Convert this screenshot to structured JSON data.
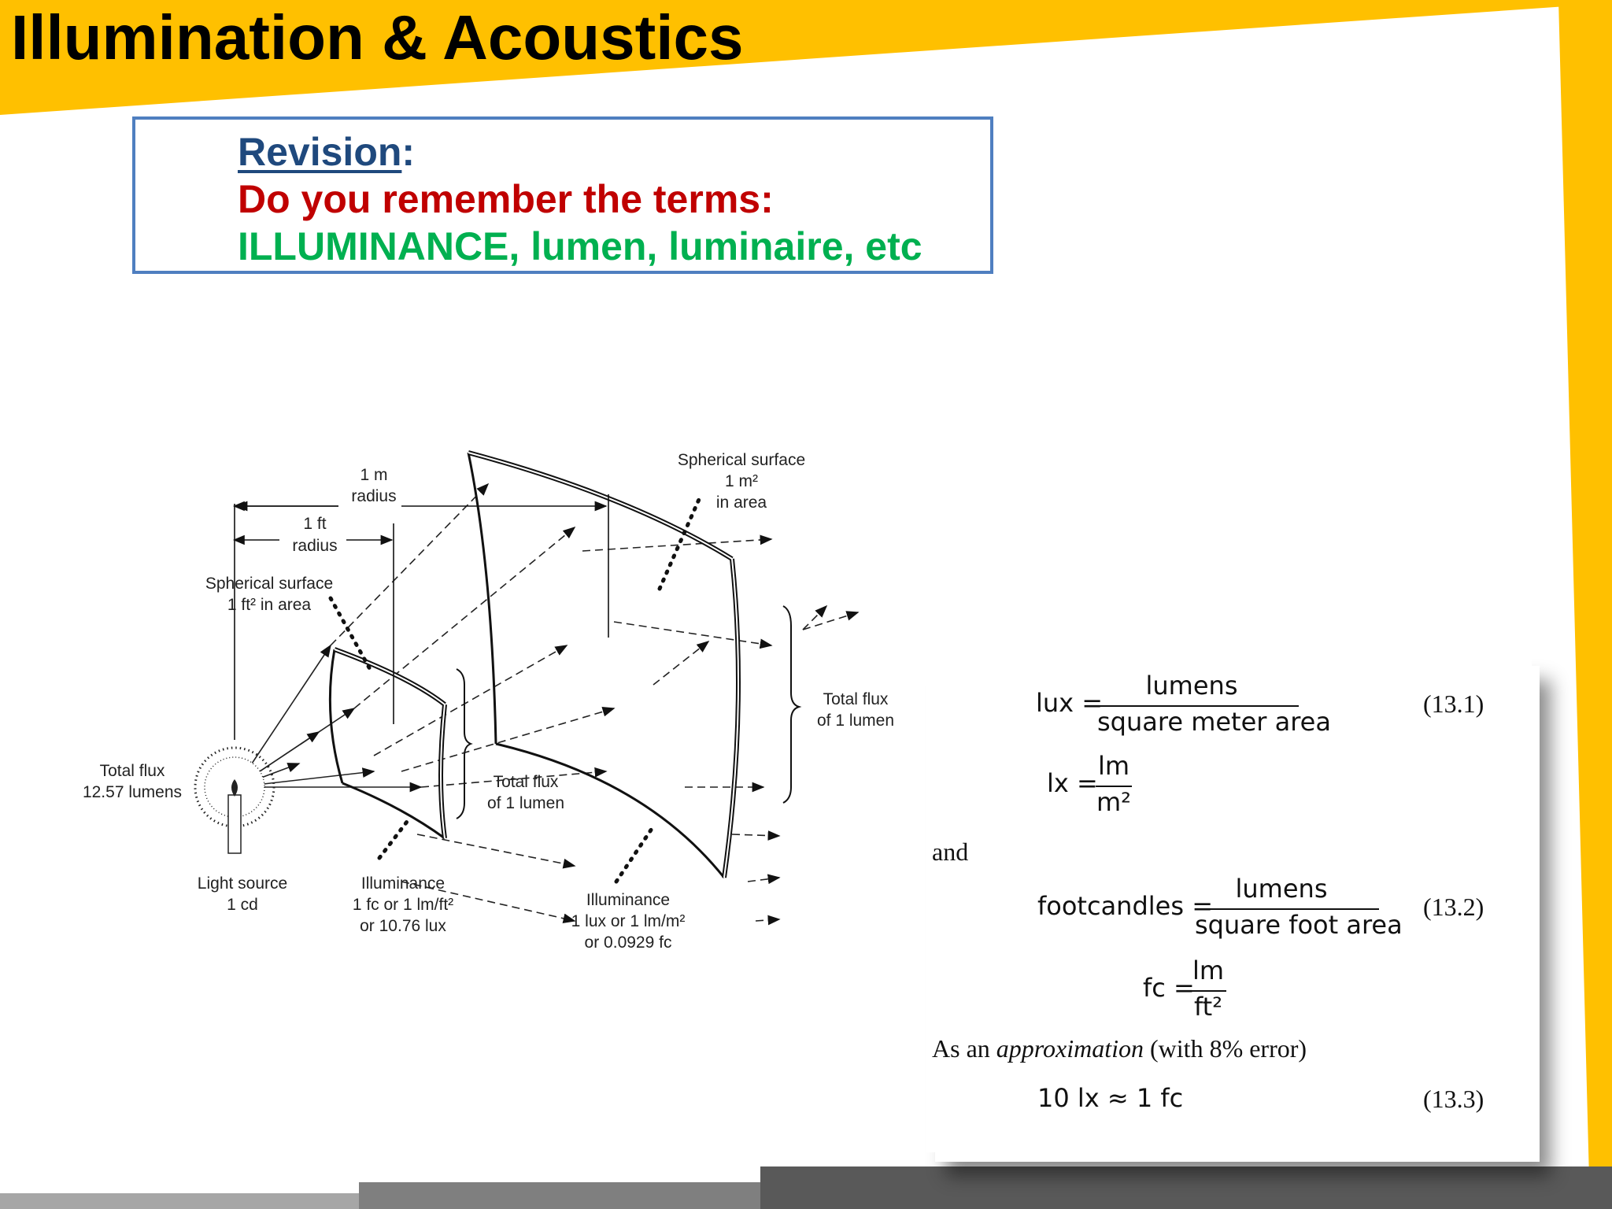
{
  "slide": {
    "title": "Illumination & Acoustics",
    "colors": {
      "accent": "#ffc000",
      "frame": "#4f7fc0",
      "footer_dark": "#595959",
      "footer_mid": "#7f7f7f",
      "footer_light": "#a6a6a6"
    }
  },
  "revision": {
    "heading": "Revision",
    "colon": ":",
    "question": "Do you remember the terms:",
    "terms": "ILLUMINANCE, lumen, luminaire, etc"
  },
  "diagram": {
    "labels": {
      "one_m": "1 m",
      "radius_m": "radius",
      "one_ft": "1 ft",
      "radius_ft": "radius",
      "sph_ft_1": "Spherical surface",
      "sph_ft_2": "1 ft² in area",
      "sph_m_1": "Spherical surface",
      "sph_m_2": "1 m²",
      "sph_m_3": "in area",
      "total_flux_left_1": "Total flux",
      "total_flux_left_2": "12.57 lumens",
      "total_flux_mid_1": "Total flux",
      "total_flux_mid_2": "of 1 lumen",
      "total_flux_right_1": "Total flux",
      "total_flux_right_2": "of 1 lumen",
      "light_source_1": "Light source",
      "light_source_2": "1 cd",
      "illum_ft_1": "Illuminance",
      "illum_ft_2": "1 fc or 1 lm/ft²",
      "illum_ft_3": "or 10.76 lux",
      "illum_m_1": "Illuminance",
      "illum_m_2": "1 lux or 1 lm/m²",
      "illum_m_3": "or 0.0929 fc"
    },
    "icons": [
      "candle-icon"
    ]
  },
  "equations": {
    "eq1": {
      "lhs": "lux =",
      "num": "lumens",
      "den": "square meter area",
      "number": "(13.1)"
    },
    "eq1b": {
      "lhs": "lx =",
      "num": "lm",
      "den": "m²"
    },
    "and": "and",
    "eq2": {
      "lhs": "footcandles =",
      "num": "lumens",
      "den": "square foot area",
      "number": "(13.2)"
    },
    "eq2b": {
      "lhs": "fc =",
      "num": "lm",
      "den": "ft²"
    },
    "approx_prefix": "As an ",
    "approx_italic": "approximation",
    "approx_suffix": " (with 8% error)",
    "eq3": {
      "text": "10 lx ≈ 1 fc",
      "number": "(13.3)"
    }
  }
}
